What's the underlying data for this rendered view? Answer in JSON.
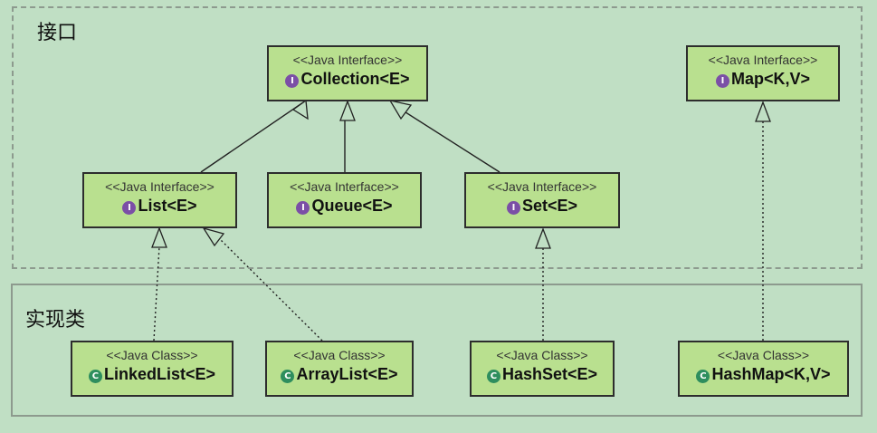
{
  "groups": {
    "interfaces_label": "接口",
    "implementations_label": "实现类"
  },
  "nodes": {
    "collection": {
      "stereotype": "<<Java Interface>>",
      "name": "Collection<E>",
      "icon": "interface-icon",
      "badge": "I"
    },
    "map": {
      "stereotype": "<<Java Interface>>",
      "name": "Map<K,V>",
      "icon": "interface-icon",
      "badge": "I"
    },
    "list": {
      "stereotype": "<<Java Interface>>",
      "name": "List<E>",
      "icon": "interface-icon",
      "badge": "I"
    },
    "queue": {
      "stereotype": "<<Java Interface>>",
      "name": "Queue<E>",
      "icon": "interface-icon",
      "badge": "I"
    },
    "set": {
      "stereotype": "<<Java Interface>>",
      "name": "Set<E>",
      "icon": "interface-icon",
      "badge": "I"
    },
    "linkedlist": {
      "stereotype": "<<Java Class>>",
      "name": "LinkedList<E>",
      "icon": "class-icon",
      "badge": "C"
    },
    "arraylist": {
      "stereotype": "<<Java Class>>",
      "name": "ArrayList<E>",
      "icon": "class-icon",
      "badge": "C"
    },
    "hashset": {
      "stereotype": "<<Java Class>>",
      "name": "HashSet<E>",
      "icon": "class-icon",
      "badge": "C"
    },
    "hashmap": {
      "stereotype": "<<Java Class>>",
      "name": "HashMap<K,V>",
      "icon": "class-icon",
      "badge": "C"
    }
  },
  "edges": [
    {
      "from": "List<E>",
      "to": "Collection<E>",
      "type": "extends",
      "style": "solid"
    },
    {
      "from": "Queue<E>",
      "to": "Collection<E>",
      "type": "extends",
      "style": "solid"
    },
    {
      "from": "Set<E>",
      "to": "Collection<E>",
      "type": "extends",
      "style": "solid"
    },
    {
      "from": "LinkedList<E>",
      "to": "List<E>",
      "type": "implements",
      "style": "dotted"
    },
    {
      "from": "ArrayList<E>",
      "to": "List<E>",
      "type": "implements",
      "style": "dotted"
    },
    {
      "from": "HashSet<E>",
      "to": "Set<E>",
      "type": "implements",
      "style": "dotted"
    },
    {
      "from": "HashMap<K,V>",
      "to": "Map<K,V>",
      "type": "implements",
      "style": "dotted"
    }
  ],
  "colors": {
    "background": "#c0dfc4",
    "node_fill": "#b9e08f",
    "interface_badge": "#7b4fa6",
    "class_badge": "#2e8e5e"
  }
}
